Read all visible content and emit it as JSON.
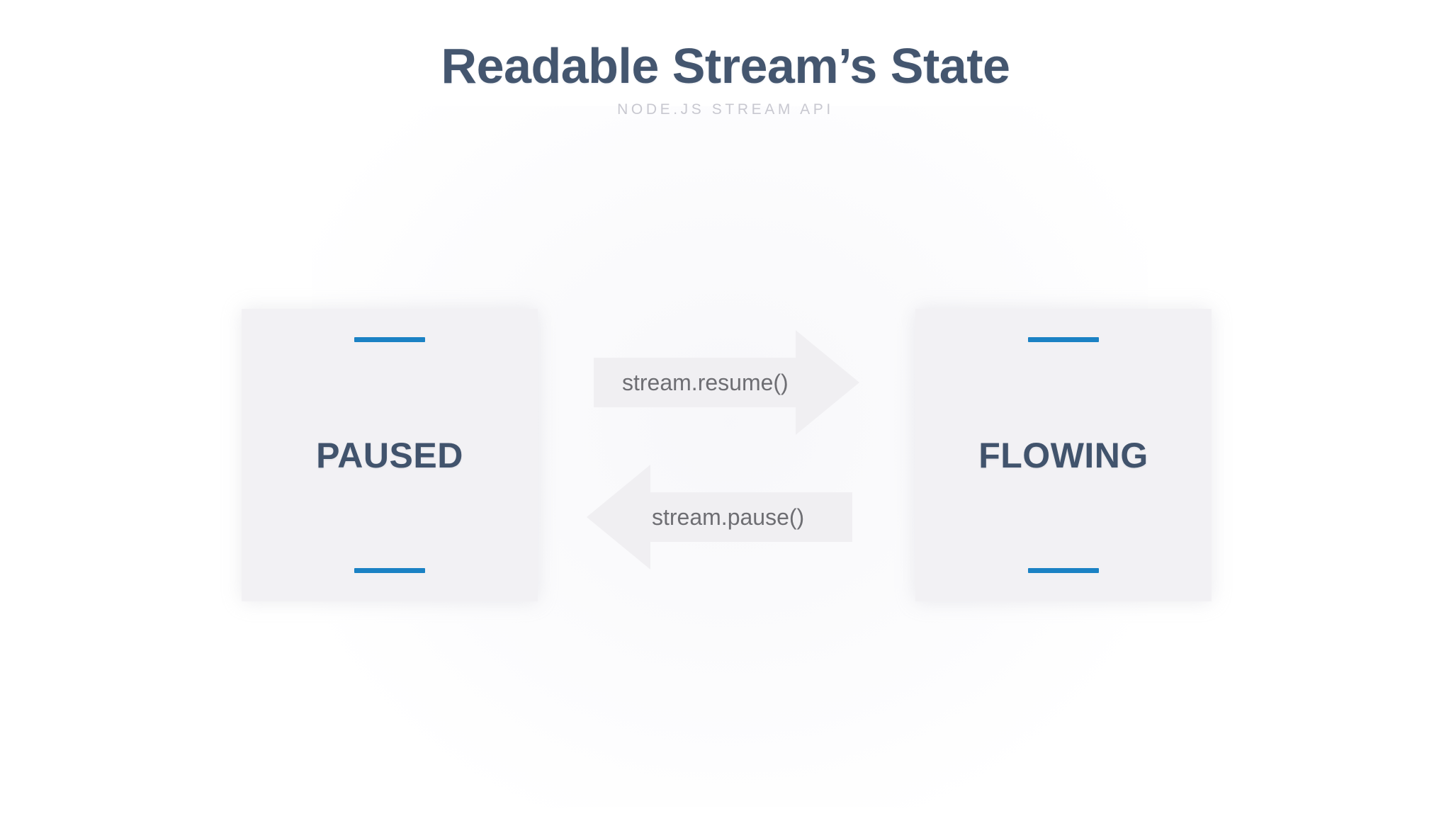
{
  "header": {
    "title": "Readable Stream’s State",
    "subtitle": "NODE.JS STREAM API"
  },
  "diagram": {
    "type": "state-transition",
    "states": [
      {
        "id": "paused",
        "label": "PAUSED"
      },
      {
        "id": "flowing",
        "label": "FLOWING"
      }
    ],
    "transitions": [
      {
        "id": "resume",
        "label": "stream.resume()",
        "from": "paused",
        "to": "flowing",
        "direction": "right"
      },
      {
        "id": "pause",
        "label": "stream.pause()",
        "from": "flowing",
        "to": "paused",
        "direction": "left"
      }
    ]
  },
  "colors": {
    "title": "#44566f",
    "subtitle": "#c8c8d0",
    "accent_blue": "#1b82c4",
    "box_background": "#f2f1f4",
    "arrow_fill": "#f0eff2",
    "arrow_label": "#6e6e73",
    "state_label": "#41536c",
    "page_background": "#ffffff"
  }
}
